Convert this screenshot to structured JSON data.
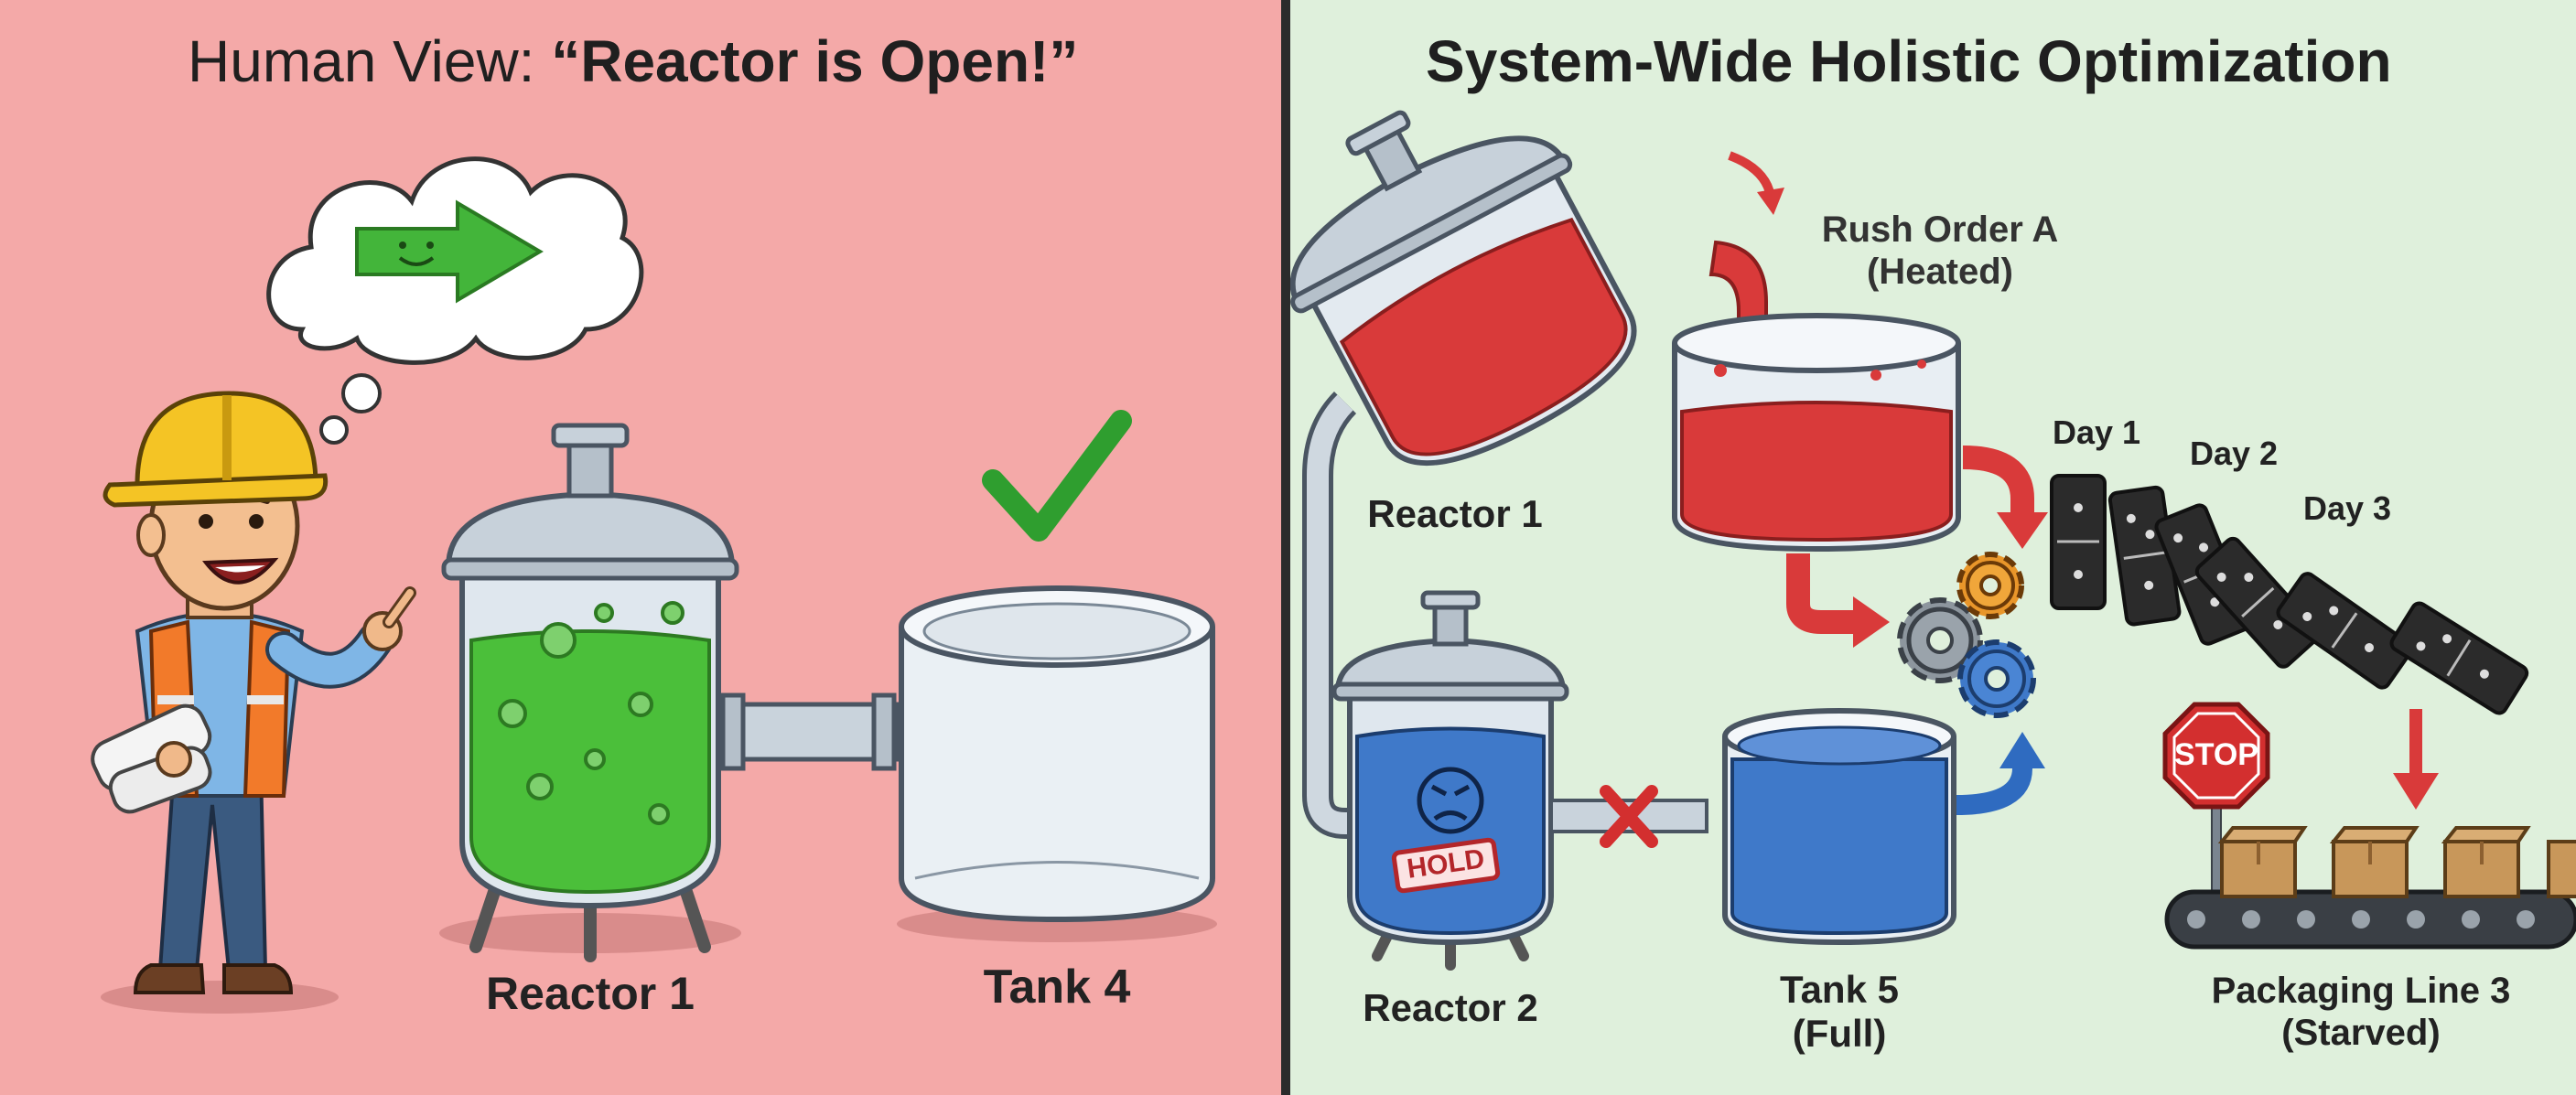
{
  "left": {
    "title_prefix": "Human View: ",
    "title_quote": "“Reactor is Open!”",
    "reactor_label": "Reactor 1",
    "tank_label": "Tank 4"
  },
  "right": {
    "title": "System-Wide Holistic Optimization",
    "rush_order_label": "Rush Order A",
    "rush_order_sub": "(Heated)",
    "reactor1_label": "Reactor 1",
    "reactor2_label": "Reactor 2",
    "hold_tag": "HOLD",
    "tank5_label": "Tank 5",
    "tank5_sub": "(Full)",
    "day1": "Day 1",
    "day2": "Day 2",
    "day3": "Day 3",
    "stop_sign": "STOP",
    "packaging_label": "Packaging Line 3",
    "packaging_sub": "(Starved)"
  },
  "colors": {
    "left_bg": "#f4a9a8",
    "right_bg": "#dff0dc",
    "green_liquid": "#4bbf3a",
    "red_liquid": "#d93a3a",
    "blue_liquid": "#3f79c9",
    "checkmark": "#2f9e2f"
  },
  "icons": [
    "thought-bubble-icon",
    "smiling-arrow-icon",
    "checkmark-icon",
    "gear-icon",
    "domino-icon",
    "stop-sign-icon",
    "cardboard-box-icon",
    "conveyor-belt-icon",
    "red-x-icon",
    "angry-face-icon"
  ]
}
